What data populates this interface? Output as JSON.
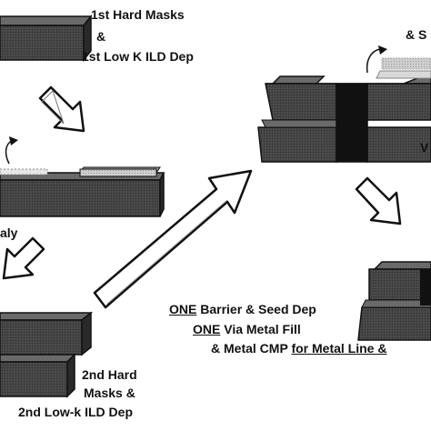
{
  "labels": {
    "step1_line1": "1st Hard Masks",
    "step1_line2": "&",
    "step1_line3": "1st Low K ILD Dep",
    "step2_partial": "aly",
    "step3_line1": "2nd Hard",
    "step3_line2": "Masks &",
    "step3_line3": "2nd Low-k ILD Dep",
    "step4_partial": "& S",
    "step5_partial": "V",
    "step6_line1_a": "ONE",
    "step6_line1_b": " Barrier & Seed Dep",
    "step6_line2_a": "ONE",
    "step6_line2_b": " Via Metal Fill",
    "step6_line3_a": "& Metal CMP ",
    "step6_line3_b": "for Metal Line &"
  },
  "colors": {
    "slab_fill": "#3d3d3d",
    "slab_top": "#5a5a5a",
    "mask_fill": "#c8c8c8",
    "via_fill": "#111111",
    "arrow_fill": "#ffffff",
    "arrow_stroke": "#111111"
  },
  "icons": [
    "process-arrow-icon",
    "curved-arrow-icon"
  ]
}
